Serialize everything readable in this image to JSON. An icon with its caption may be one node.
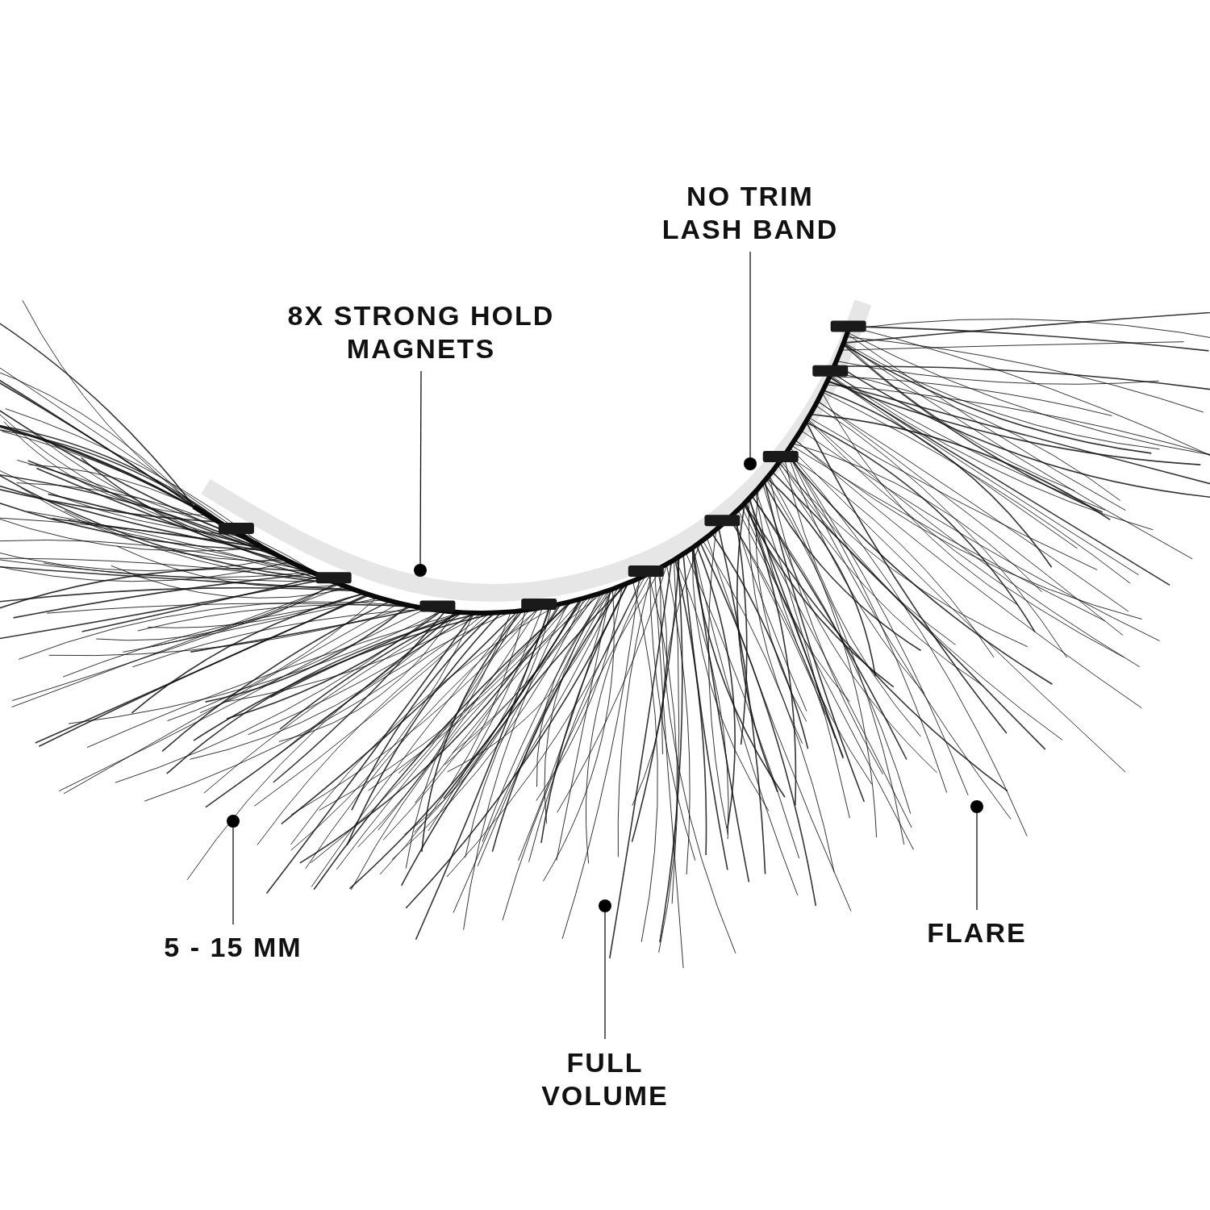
{
  "diagram": {
    "nodes": [
      {
        "text": [
          "NO TRIM LASH BAND"
        ]
      },
      {
        "text": [
          "8X STRONG HOLD MAGNETS"
        ]
      },
      {
        "text": [],
        "shape": "circle"
      },
      {
        "text": [],
        "shape": "circle"
      },
      {
        "text": [],
        "shape": "circle"
      },
      {
        "text": [],
        "shape": "circle"
      },
      {
        "text": [],
        "shape": "circle"
      },
      {
        "text": [
          "5 - 15 MM"
        ]
      },
      {
        "text": [
          "FLARE"
        ]
      },
      {
        "text": [
          "FULL VOLUME"
        ]
      }
    ],
    "edges": [
      {
        "from": 0,
        "to": 2,
        "arrow": "none"
      },
      {
        "from": 1,
        "to": 3,
        "arrow": "none"
      },
      {
        "from": 7,
        "to": 4,
        "arrow": "none"
      },
      {
        "from": 8,
        "to": 5,
        "arrow": "none"
      },
      {
        "from": 9,
        "to": 6,
        "arrow": "none"
      }
    ]
  }
}
